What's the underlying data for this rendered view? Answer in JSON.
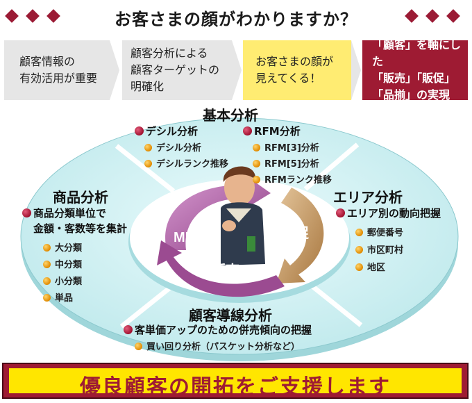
{
  "header": {
    "title": "お客さまの顔がわかりますか？"
  },
  "steps": [
    {
      "text": "顧客情報の\n有効活用が重要"
    },
    {
      "text": "顧客分析による\n顧客ターゲットの\n明確化"
    },
    {
      "text": "お客さまの顔が\n見えてくる！"
    },
    {
      "text": "「顧客」を軸にした\n「販売」「販促」\n「品揃」の実現"
    }
  ],
  "diagram": {
    "kihon": {
      "title": "基本分析",
      "groups": [
        {
          "label": "デシル分析",
          "items": [
            "デシル分析",
            "デシルランク推移"
          ]
        },
        {
          "label": "RFM分析",
          "items": [
            "RFM[3]分析",
            "RFM[5]分析",
            "RFMランク推移"
          ]
        }
      ]
    },
    "shohin": {
      "title": "商品分析",
      "label": "商品分類単位で\n金額・客数等を集計",
      "items": [
        "大分類",
        "中分類",
        "小分類",
        "単品"
      ]
    },
    "area": {
      "title": "エリア分析",
      "label": "エリア別の動向把握",
      "items": [
        "郵便番号",
        "市区町村",
        "地区"
      ]
    },
    "kokyaku": {
      "title": "顧客導線分析",
      "label": "客単価アップのための併売傾向の把握",
      "items": [
        "買い回り分析（パスケット分析など）"
      ]
    },
    "cycle": {
      "md": "MD",
      "hansoku": "販促",
      "hanbai": "販売"
    }
  },
  "footer": {
    "text": "優良顧客の開拓をご支援します"
  },
  "colors": {
    "accent": "#9e1b33",
    "ring": "#c7eef1",
    "ring_edge": "#9fd6da",
    "purple_arrow": "#b06aa6",
    "tan_arrow": "#c9a070",
    "highlight": "#ffec72"
  }
}
